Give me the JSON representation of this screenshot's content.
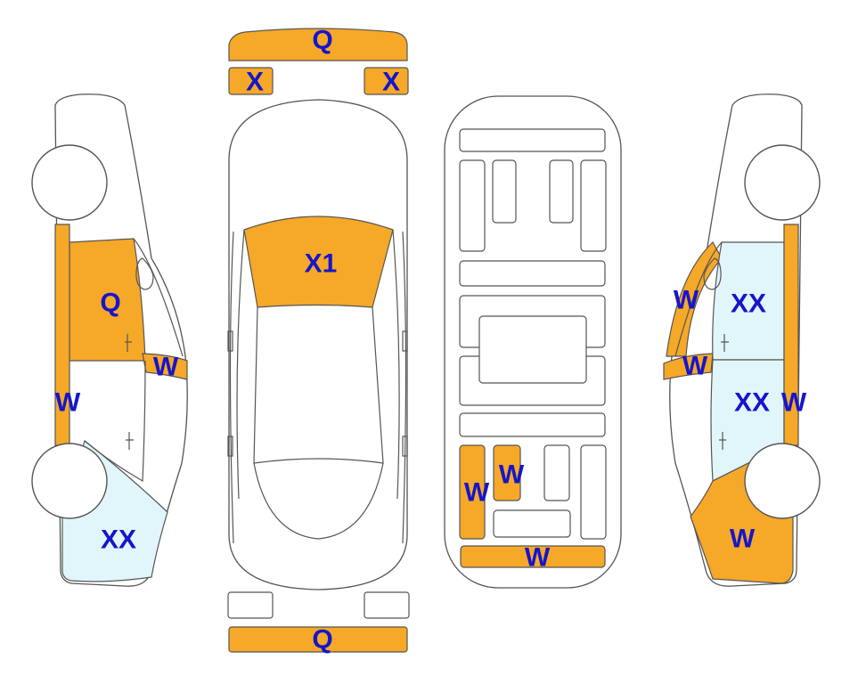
{
  "colors": {
    "marked_orange": "#F6A828",
    "marked_blue": "#E1F6FB",
    "label_color": "#1515CC",
    "outline": "#555555"
  },
  "labels": {
    "front_bumper": "Q",
    "left_headlight": "X",
    "right_headlight": "X",
    "windshield": "X1",
    "rear_bumper": "Q",
    "left_front_door": "Q",
    "left_mirror": "W",
    "left_sill": "W",
    "left_rear_quarter": "XX",
    "right_front_fender": "W",
    "right_front_door": "XX",
    "right_mirror": "W",
    "right_rear_door": "XX",
    "right_sill": "W",
    "right_rear_quarter": "W",
    "floor_rear_left": "W",
    "floor_rear_center": "W",
    "floor_trunk": "W"
  }
}
